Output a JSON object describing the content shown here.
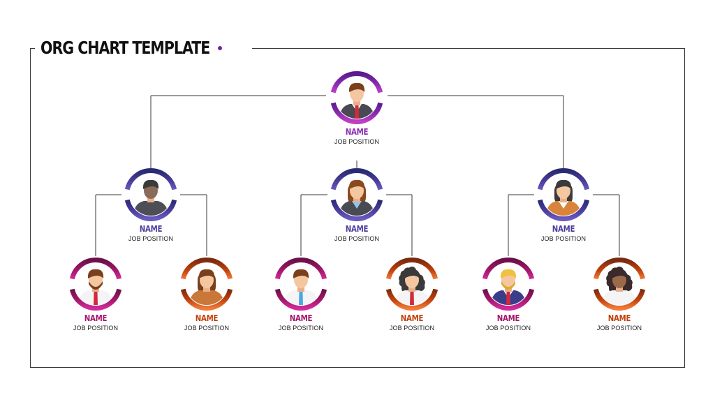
{
  "title": "ORG CHART TEMPLATE",
  "colors": {
    "line": "#3a3a3a",
    "accent_dot": "#7a1fa8",
    "ring_purple": [
      "#5b1a8f",
      "#8a2bb0",
      "#c13fc6"
    ],
    "ring_indigo": [
      "#2a2a72",
      "#4a3d9c",
      "#6a5ac0"
    ],
    "ring_magenta": [
      "#6b1048",
      "#a3176a",
      "#d12a9a"
    ],
    "ring_orange": [
      "#7a2a0f",
      "#c2410c",
      "#f07a3a"
    ]
  },
  "nodes": [
    {
      "id": "ceo",
      "name": "NAME",
      "position": "JOB POSITION",
      "ring": "ring_purple",
      "person": "man-red-tie"
    },
    {
      "id": "m1",
      "name": "NAME",
      "position": "JOB POSITION",
      "ring": "ring_indigo",
      "person": "man-dark"
    },
    {
      "id": "m2",
      "name": "NAME",
      "position": "JOB POSITION",
      "ring": "ring_indigo",
      "person": "woman-blue"
    },
    {
      "id": "m3",
      "name": "NAME",
      "position": "JOB POSITION",
      "ring": "ring_indigo",
      "person": "woman-orange"
    },
    {
      "id": "s1",
      "name": "NAME",
      "position": "JOB POSITION",
      "ring": "ring_magenta",
      "person": "man-beard"
    },
    {
      "id": "s2",
      "name": "NAME",
      "position": "JOB POSITION",
      "ring": "ring_orange",
      "person": "woman-brown"
    },
    {
      "id": "s3",
      "name": "NAME",
      "position": "JOB POSITION",
      "ring": "ring_magenta",
      "person": "man-blue-tie"
    },
    {
      "id": "s4",
      "name": "NAME",
      "position": "JOB POSITION",
      "ring": "ring_orange",
      "person": "woman-curly"
    },
    {
      "id": "s5",
      "name": "NAME",
      "position": "JOB POSITION",
      "ring": "ring_magenta",
      "person": "man-blond"
    },
    {
      "id": "s6",
      "name": "NAME",
      "position": "JOB POSITION",
      "ring": "ring_orange",
      "person": "woman-afro"
    }
  ],
  "edges": [
    [
      "ceo",
      "m1"
    ],
    [
      "ceo",
      "m2"
    ],
    [
      "ceo",
      "m3"
    ],
    [
      "m1",
      "s1"
    ],
    [
      "m1",
      "s2"
    ],
    [
      "m2",
      "s3"
    ],
    [
      "m2",
      "s4"
    ],
    [
      "m3",
      "s5"
    ],
    [
      "m3",
      "s6"
    ]
  ]
}
